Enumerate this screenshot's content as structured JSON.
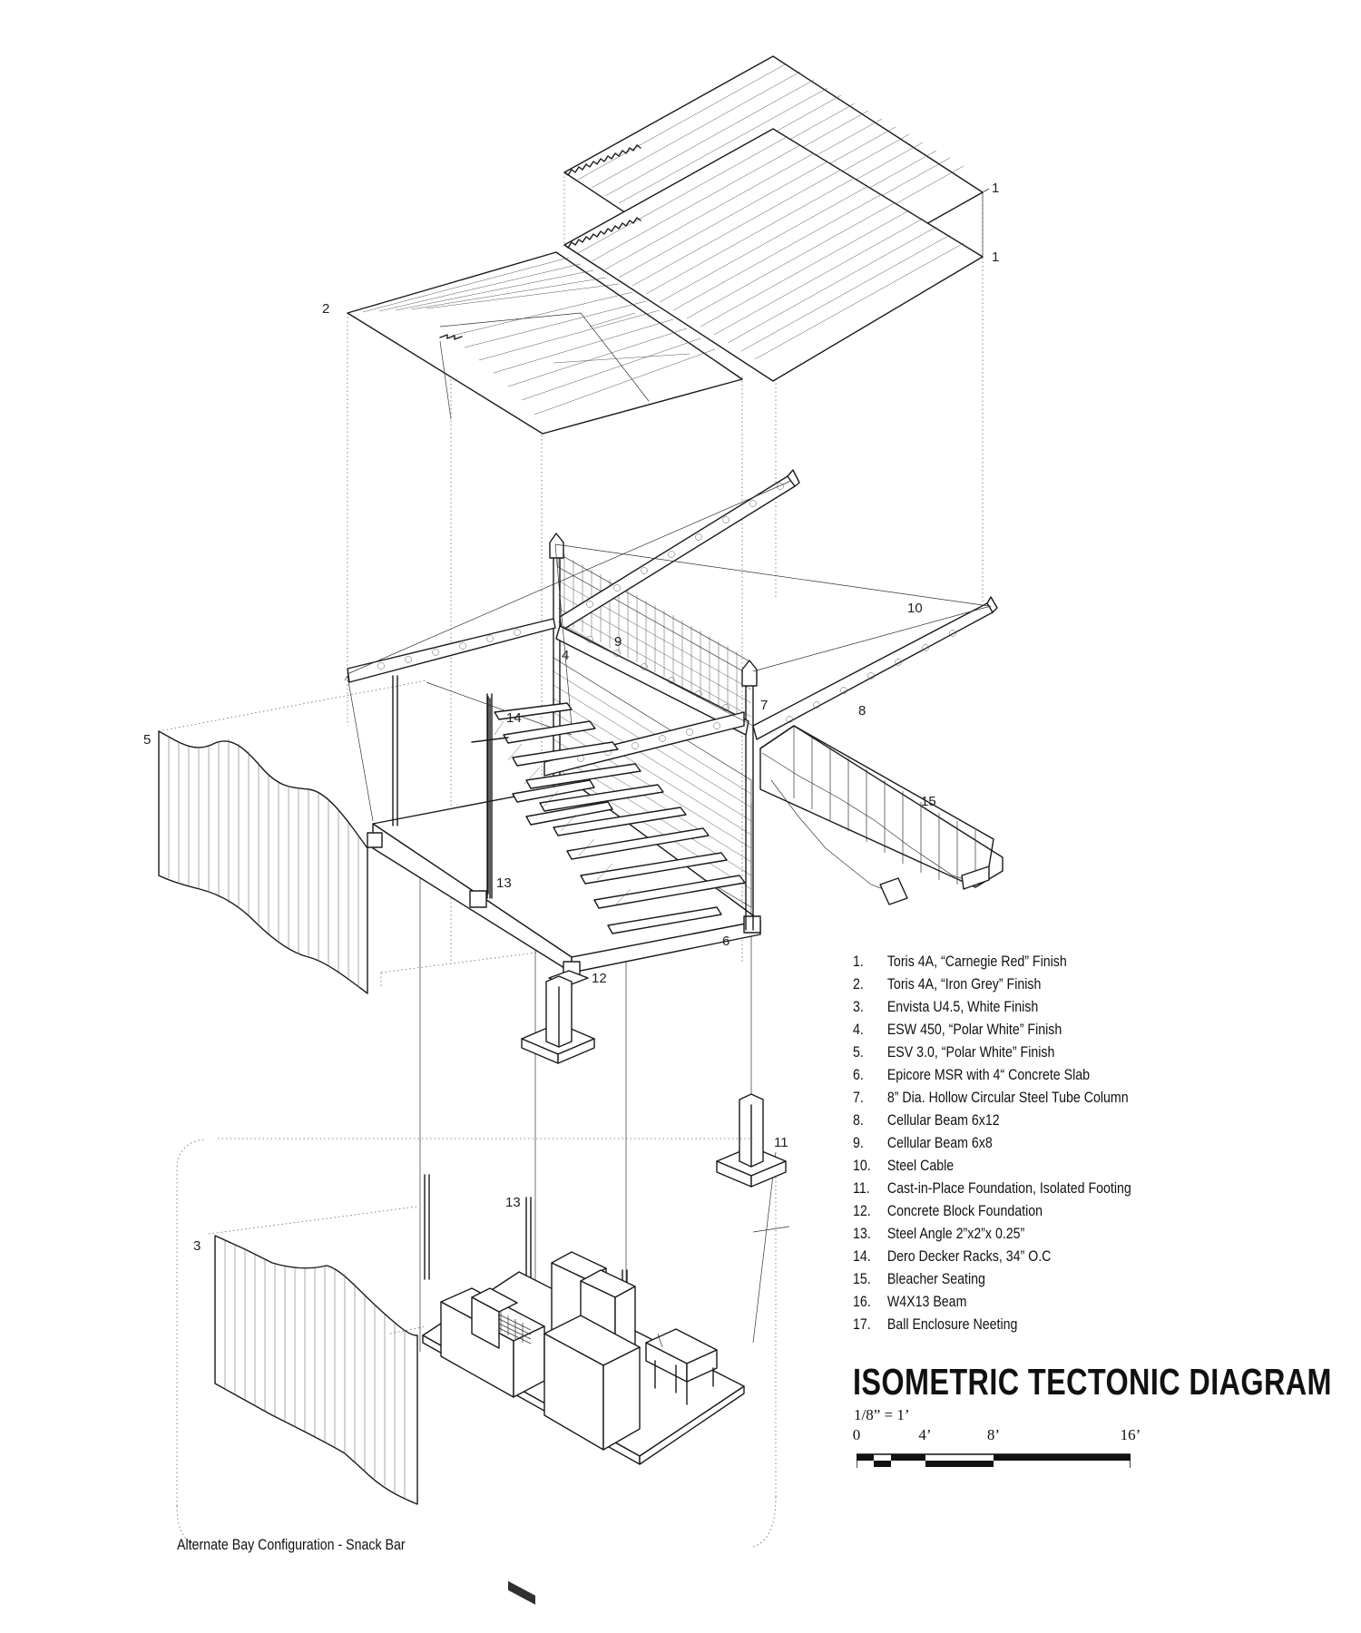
{
  "callouts": {
    "c1a": "1",
    "c1b": "1",
    "c2": "2",
    "c3": "3",
    "c4": "4",
    "c5": "5",
    "c6": "6",
    "c7": "7",
    "c8": "8",
    "c9": "9",
    "c10": "10",
    "c11": "11",
    "c12": "12",
    "c13a": "13",
    "c13b": "13",
    "c14": "14",
    "c15": "15"
  },
  "legend": [
    {
      "num": "1.",
      "text": "Toris 4A, “Carnegie Red” Finish"
    },
    {
      "num": "2.",
      "text": "Toris 4A,  “Iron Grey” Finish"
    },
    {
      "num": "3.",
      "text": "Envista U4.5, White Finish"
    },
    {
      "num": "4.",
      "text": "ESW 450, “Polar White” Finish"
    },
    {
      "num": "5.",
      "text": "ESV 3.0, “Polar White” Finish"
    },
    {
      "num": "6.",
      "text": "Epicore MSR with 4“ Concrete Slab"
    },
    {
      "num": "7.",
      "text": "8” Dia. Hollow Circular Steel Tube Column"
    },
    {
      "num": "8.",
      "text": "Cellular Beam 6x12"
    },
    {
      "num": "9.",
      "text": "Cellular Beam 6x8"
    },
    {
      "num": "10.",
      "text": "Steel Cable"
    },
    {
      "num": "11.",
      "text": "Cast-in-Place Foundation, Isolated Footing"
    },
    {
      "num": "12.",
      "text": "Concrete Block Foundation"
    },
    {
      "num": "13.",
      "text": "Steel Angle 2”x2”x 0.25”"
    },
    {
      "num": "14.",
      "text": "Dero Decker Racks, 34” O.C"
    },
    {
      "num": "15.",
      "text": "Bleacher Seating"
    },
    {
      "num": "16.",
      "text": "W4X13 Beam"
    },
    {
      "num": "17.",
      "text": "Ball Enclosure Neeting"
    }
  ],
  "title": "ISOMETRIC TECTONIC DIAGRAM",
  "scale_text": "1/8” = 1’",
  "scale_ticks": [
    "0",
    "4’",
    "8’",
    "16’"
  ],
  "scale_values": [
    0,
    4,
    8,
    16
  ],
  "caption": "Alternate Bay Configuration - Snack Bar"
}
